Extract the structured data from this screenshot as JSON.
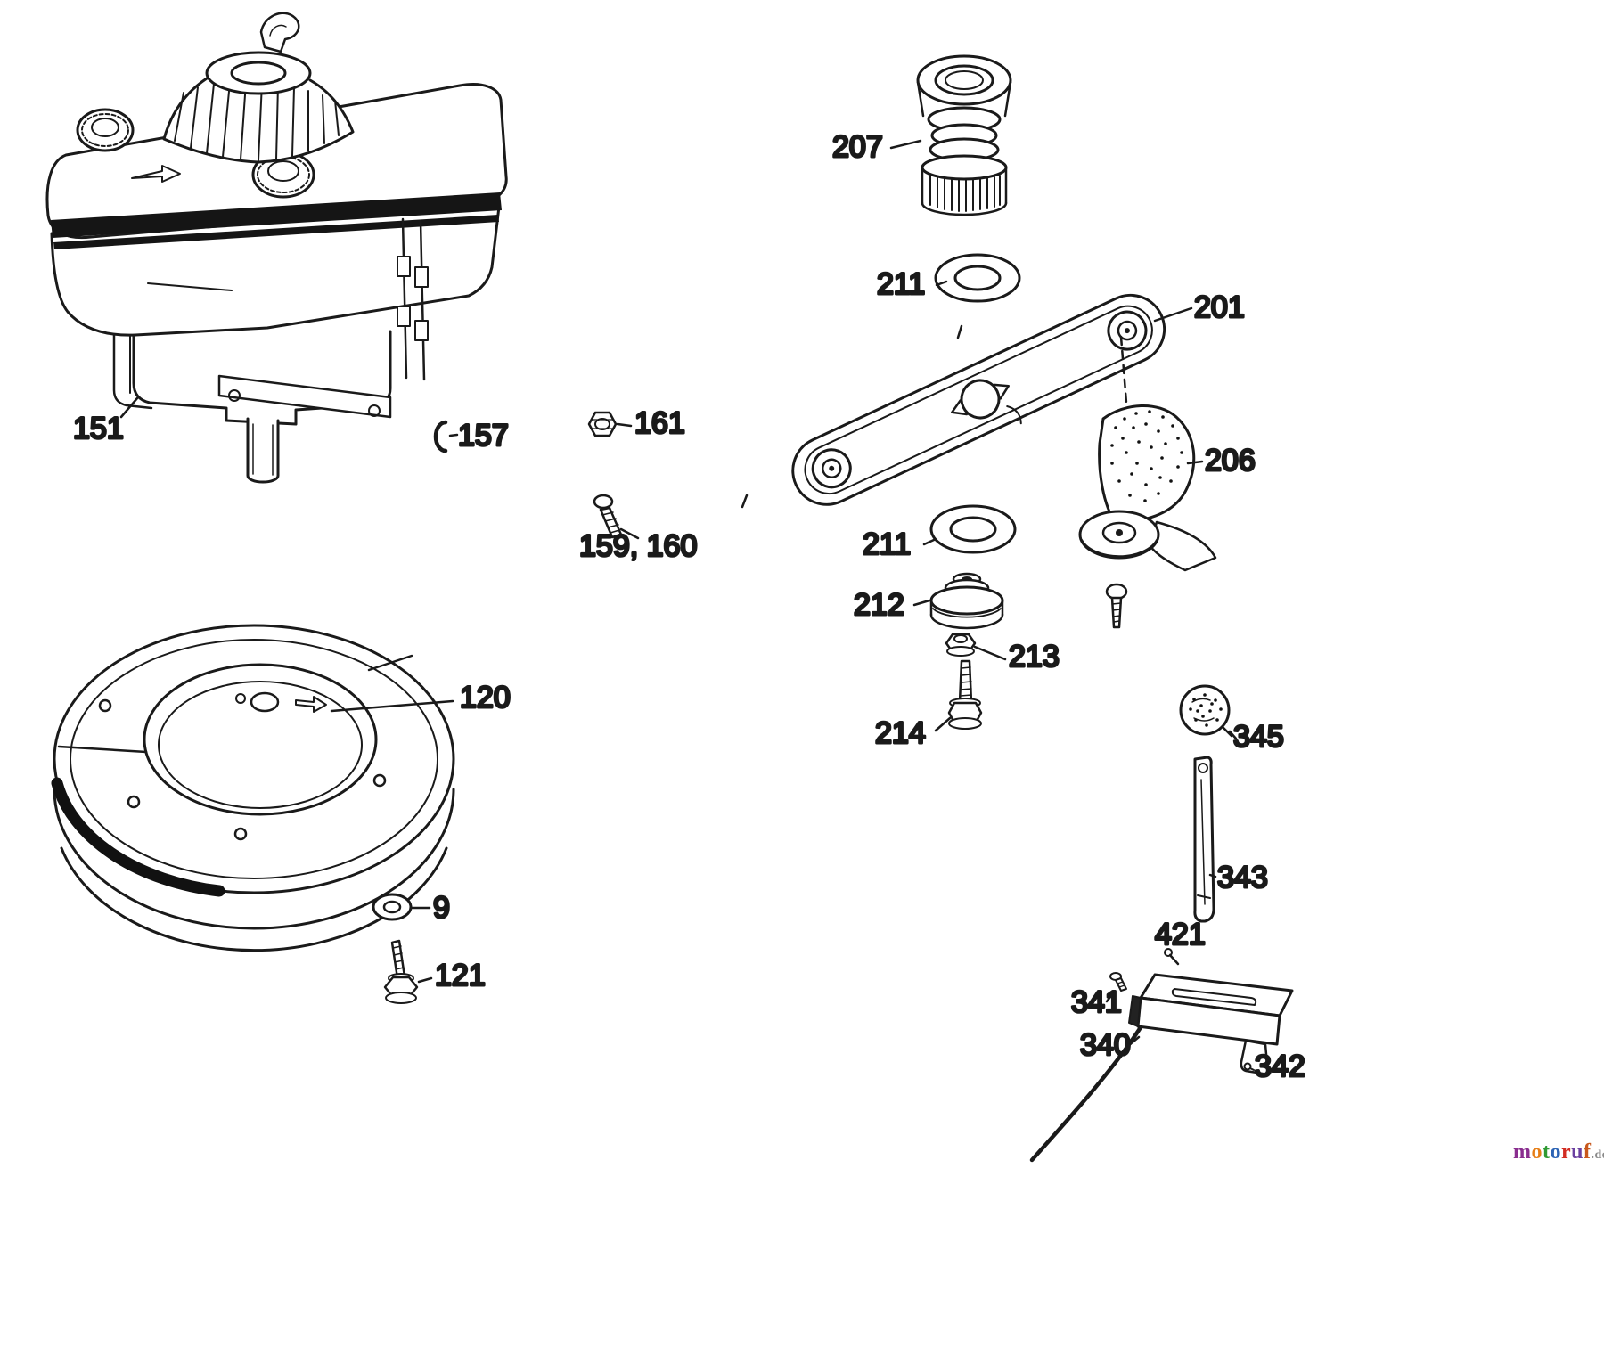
{
  "page": {
    "background": "#ffffff"
  },
  "labels": {
    "p151": "151",
    "p157": "157",
    "p161": "161",
    "p159_160": "159, 160",
    "p207": "207",
    "p211_upper": "211",
    "p201": "201",
    "p206": "206",
    "p211_lower": "211",
    "p212": "212",
    "p213": "213",
    "p214": "214",
    "p120": "120",
    "p9": "9",
    "p121": "121",
    "p345": "345",
    "p343": "343",
    "p421": "421",
    "p341": "341",
    "p340": "340",
    "p342": "342"
  },
  "watermark": {
    "letters": [
      {
        "ch": "m",
        "color": "#8a2e8f"
      },
      {
        "ch": "o",
        "color": "#e67e17"
      },
      {
        "ch": "t",
        "color": "#2f9a33"
      },
      {
        "ch": "o",
        "color": "#2d64b5"
      },
      {
        "ch": "r",
        "color": "#d22c22"
      },
      {
        "ch": "u",
        "color": "#6a3fa0"
      },
      {
        "ch": "f",
        "color": "#c8581c"
      }
    ],
    "suffix": ".de",
    "suffix_color": "#8a8a8a"
  }
}
